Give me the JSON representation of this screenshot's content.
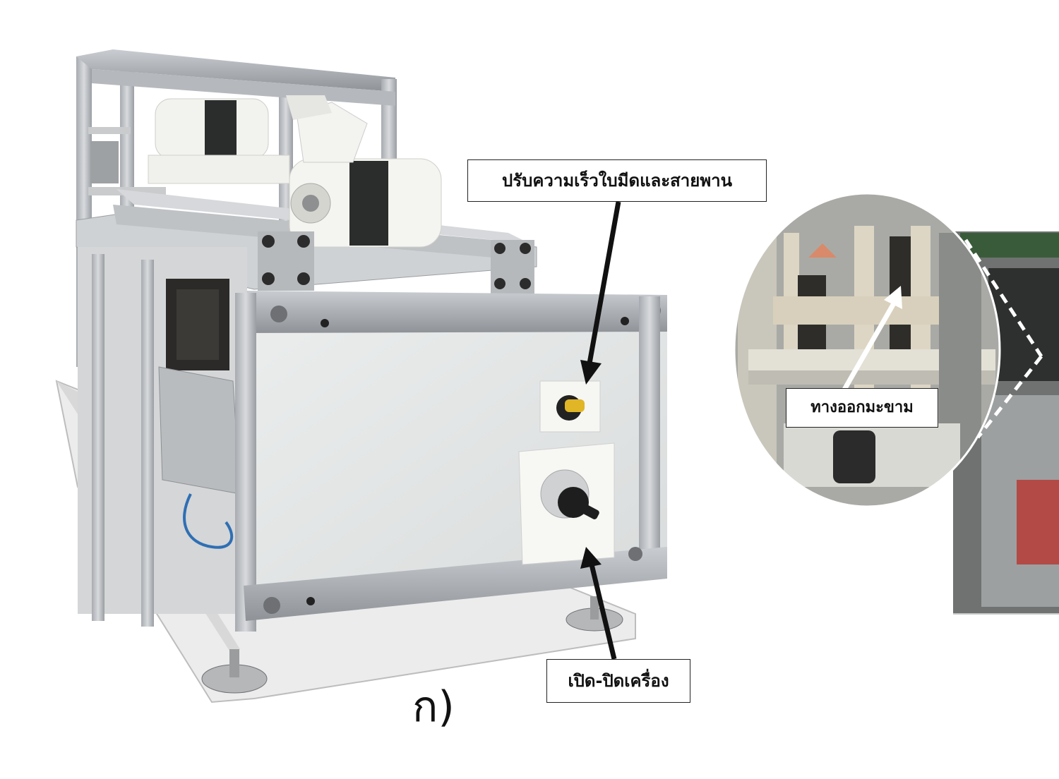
{
  "figure": {
    "panel_label": "ก)",
    "callouts": {
      "speed_adjust": "ปรับความเร็วใบมีดและสายพาน",
      "tamarind_exit": "ทางออกมะขาม",
      "power_switch": "เปิด-ปิดเครื่อง"
    },
    "colors": {
      "frame_aluminum": "#b9bcc0",
      "roller_white": "#f2f2ef",
      "belt_black": "#2a2d2c",
      "knob_yellow": "#e0b526",
      "arrow_black": "#111111",
      "arrow_white": "#ffffff"
    }
  }
}
